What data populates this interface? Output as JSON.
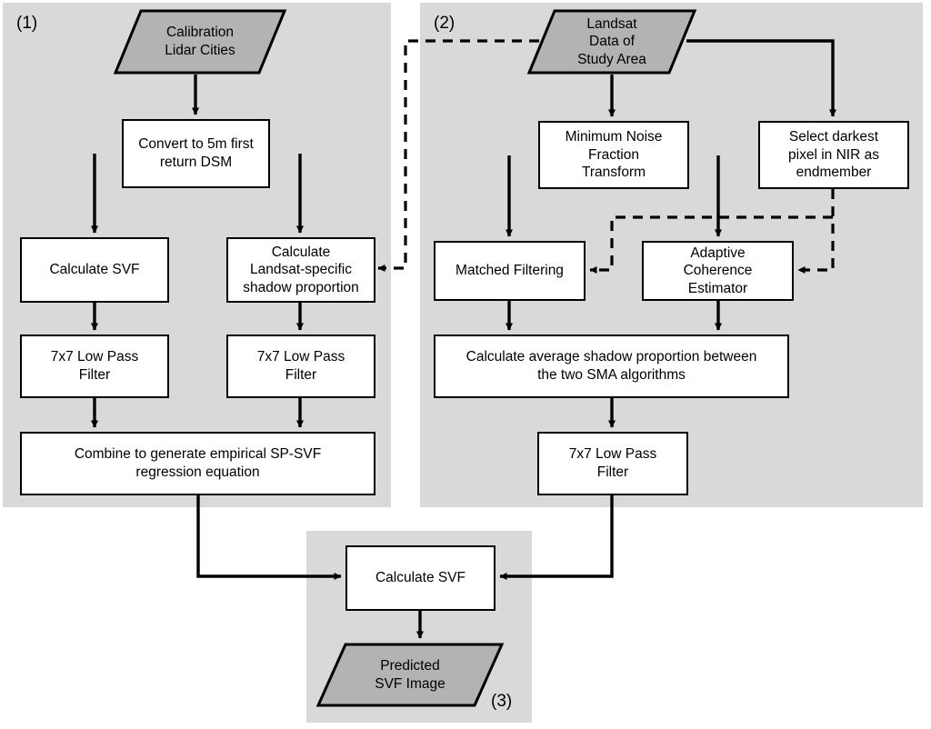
{
  "figure": {
    "type": "flowchart",
    "title": "",
    "panels": [
      {
        "id": "panel-1",
        "label": "(1)"
      },
      {
        "id": "panel-2",
        "label": "(2)"
      },
      {
        "id": "panel-3",
        "label": "(3)"
      }
    ]
  },
  "panel1": {
    "label": "(1)",
    "nodes": {
      "calibration_lidar_cities": "Calibration\nLidar Cities",
      "convert_dsm": "Convert to 5m first\nreturn DSM",
      "calculate_svf": "Calculate SVF",
      "calculate_landsat_shadow": "Calculate\nLandsat-specific\nshadow proportion",
      "low_pass_left": "7x7 Low Pass\nFilter",
      "low_pass_right": "7x7 Low Pass\nFilter",
      "combine_regression": "Combine to generate empirical SP-SVF\nregression equation"
    }
  },
  "panel2": {
    "label": "(2)",
    "nodes": {
      "landsat_data": "Landsat\nData of\nStudy Area",
      "mnf_transform": "Minimum Noise\nFraction\nTransform",
      "select_darkest": "Select darkest\npixel in NIR as\nendmember",
      "matched_filtering": "Matched Filtering",
      "adaptive_coherence": "Adaptive\nCoherence\nEstimator",
      "avg_shadow_proportion": "Calculate average shadow proportion between\nthe two SMA algorithms",
      "low_pass": "7x7 Low Pass\nFilter"
    }
  },
  "panel3": {
    "label": "(3)",
    "nodes": {
      "calculate_svf": "Calculate SVF",
      "predicted_svf_image": "Predicted\nSVF Image"
    }
  },
  "style": {
    "panel_fill": "#d9d9d9",
    "node_fill": "#ffffff",
    "io_fill": "#b3b3b3",
    "stroke": "#000000",
    "page_bg": "#ffffff"
  }
}
